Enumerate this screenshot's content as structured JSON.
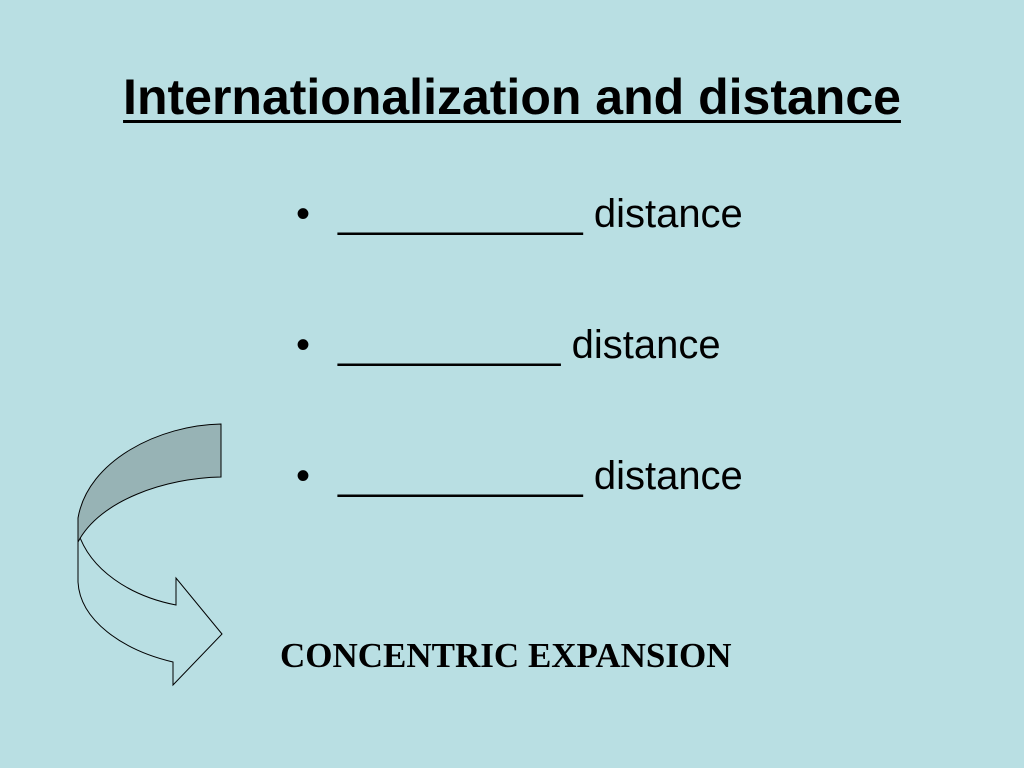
{
  "slide": {
    "title": "Internationalization and distance",
    "bullet_glyph": "•",
    "bullets": [
      {
        "text": "___________ distance"
      },
      {
        "text": "__________ distance"
      },
      {
        "text": "___________ distance"
      }
    ],
    "caption": "CONCENTRIC EXPANSION",
    "icon": "curved-arrow-icon",
    "colors": {
      "background": "#b9dfe3",
      "arrow_shade": "#97b3b5",
      "text": "#000000"
    }
  }
}
